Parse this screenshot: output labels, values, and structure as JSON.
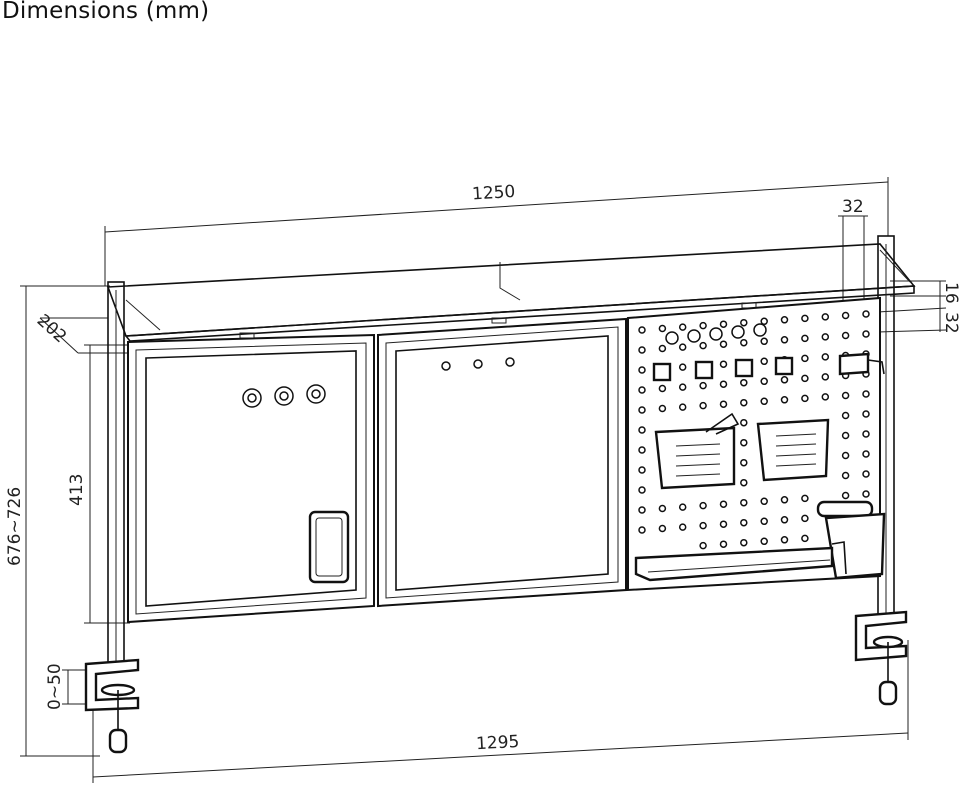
{
  "header": {
    "title": "Dimensions (mm)"
  },
  "dimensions": {
    "overall_width": "1250",
    "clamp_span": "1295",
    "shelf_depth": "202",
    "panel_height": "413",
    "total_height": "676~726",
    "clamp_range": "0~50",
    "hole_pitch": "32",
    "top_offset": "16",
    "side_offset": "32"
  },
  "colors": {
    "line": "#111111",
    "background": "#ffffff"
  }
}
